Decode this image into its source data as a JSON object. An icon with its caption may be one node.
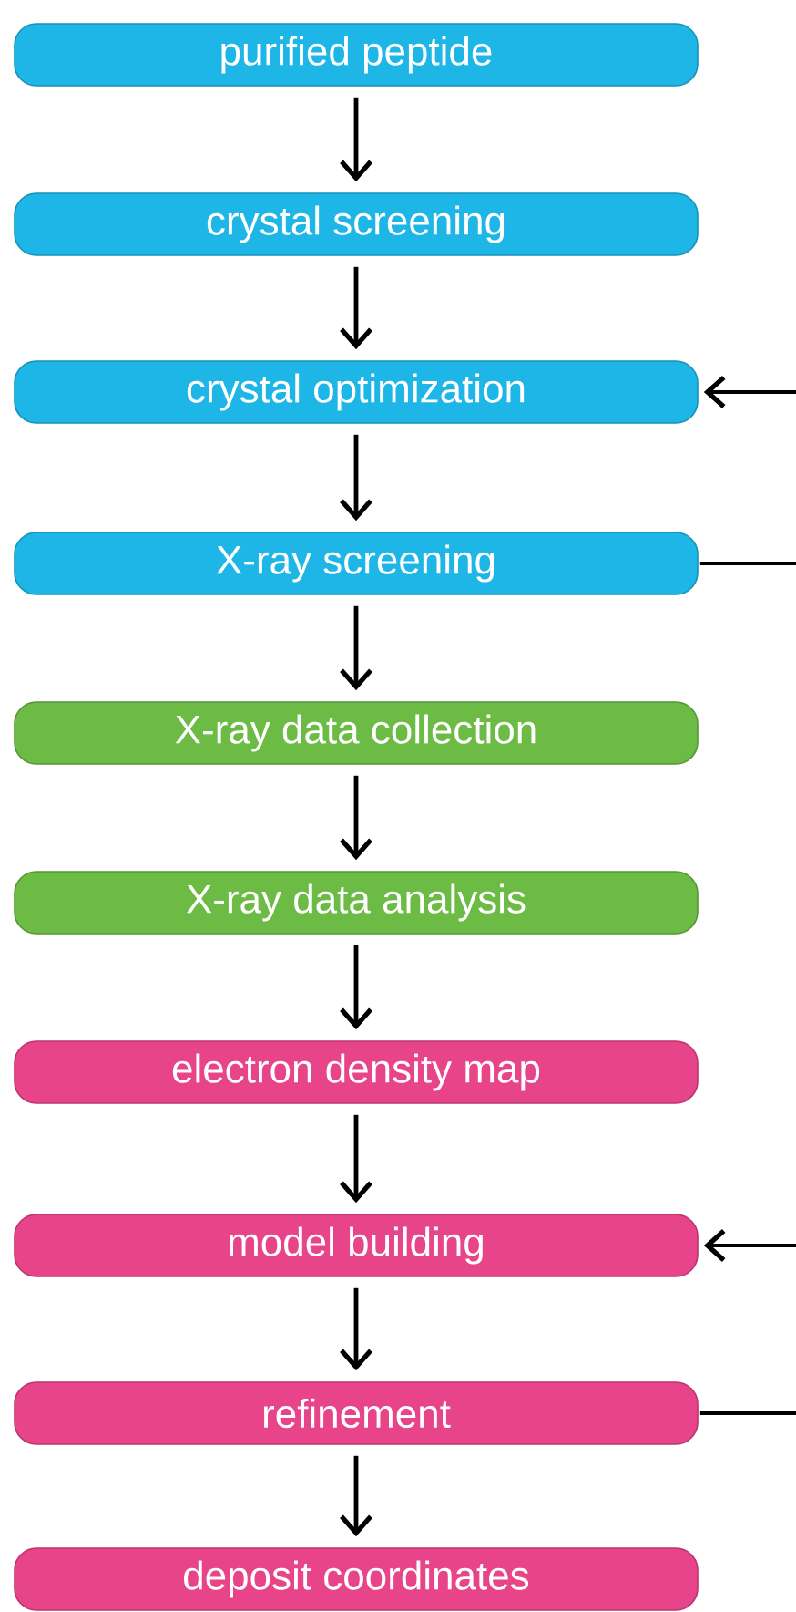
{
  "diagram": {
    "nodes": [
      {
        "text": [
          "purified peptide"
        ]
      },
      {
        "text": [
          "crystal screening"
        ]
      },
      {
        "text": [
          "crystal optimization"
        ]
      },
      {
        "text": [
          "X-ray screening"
        ]
      },
      {
        "text": [
          "X-ray data collection"
        ]
      },
      {
        "text": [
          "X-ray data analysis"
        ]
      },
      {
        "text": [
          "electron density map"
        ]
      },
      {
        "text": [
          "model building"
        ]
      },
      {
        "text": [
          "refinement"
        ]
      },
      {
        "text": [
          "deposit coordinates"
        ]
      }
    ],
    "edges": [
      {
        "from": 0,
        "to": 1,
        "arrow": "to"
      },
      {
        "from": 1,
        "to": 2,
        "arrow": "to"
      },
      {
        "from": 2,
        "to": 3,
        "arrow": "to"
      },
      {
        "from": 3,
        "to": 4,
        "arrow": "to"
      },
      {
        "from": 4,
        "to": 5,
        "arrow": "to"
      },
      {
        "from": 5,
        "to": 6,
        "arrow": "to"
      },
      {
        "from": 6,
        "to": 7,
        "arrow": "to"
      },
      {
        "from": 7,
        "to": 8,
        "arrow": "to"
      },
      {
        "from": 8,
        "to": 9,
        "arrow": "to"
      },
      {
        "from": 3,
        "to": 2,
        "arrow": "to"
      },
      {
        "from": 8,
        "to": 7,
        "arrow": "to"
      }
    ]
  }
}
